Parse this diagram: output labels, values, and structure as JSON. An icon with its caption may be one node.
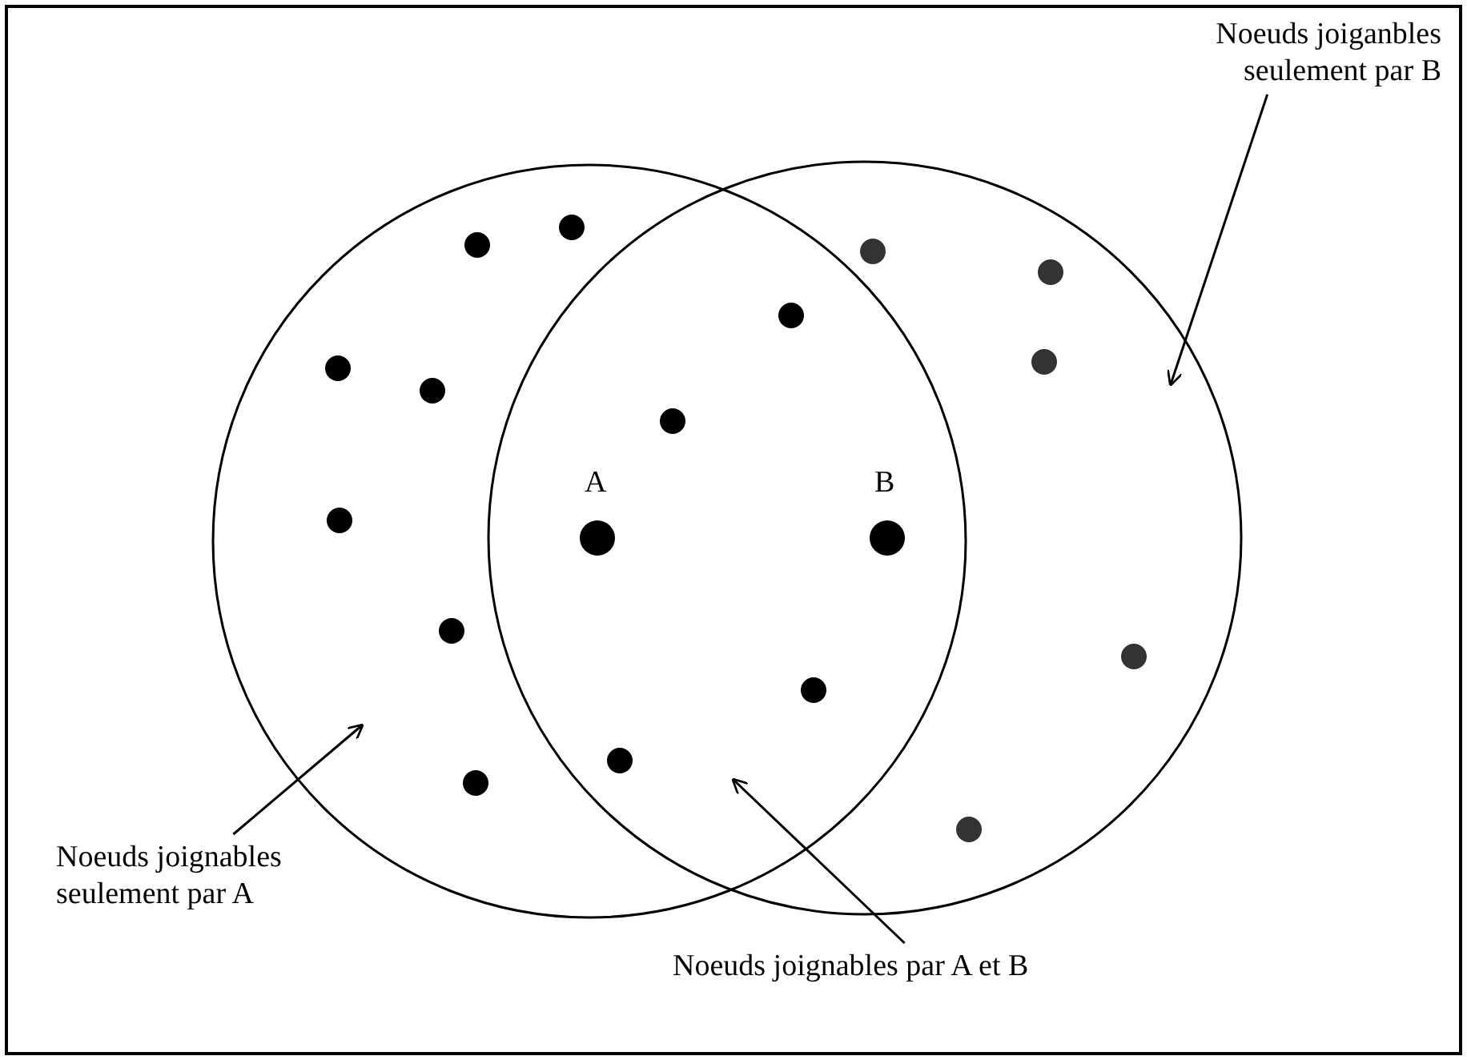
{
  "diagram": {
    "nodes": [
      {
        "text": [
          "Noeuds joignables seulement par A"
        ]
      },
      {
        "text": [
          "Noeuds joiganbles seulement par B"
        ]
      },
      {
        "text": [
          "Noeuds joignables par A et B"
        ]
      }
    ],
    "edges": [
      {
        "from": 0,
        "to": null,
        "arrow": "to"
      },
      {
        "from": 1,
        "to": null,
        "arrow": "to"
      },
      {
        "from": 2,
        "to": null,
        "arrow": "to"
      }
    ],
    "labels": [
      "A",
      "B"
    ]
  }
}
